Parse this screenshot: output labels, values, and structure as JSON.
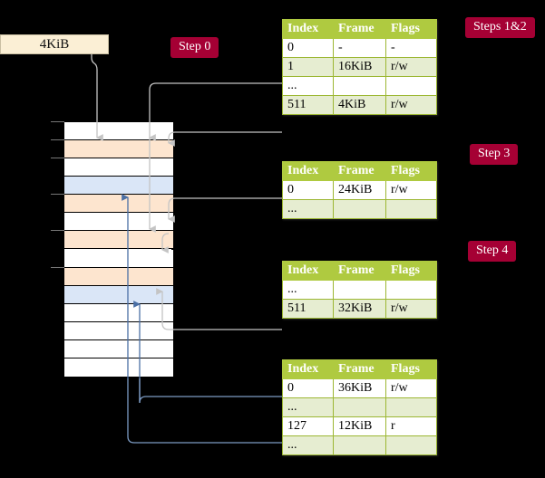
{
  "diagram": {
    "title_absent": true,
    "background_color": "#000000",
    "frame_label": {
      "text": "4KiB",
      "fill": "#FBEFD5"
    },
    "badges": [
      {
        "name": "step-0",
        "label": "Step 0",
        "color": "#A50034"
      },
      {
        "name": "steps-1-2",
        "label": "Steps 1&2",
        "color": "#A50034"
      },
      {
        "name": "step-3",
        "label": "Step 3",
        "color": "#A50034"
      },
      {
        "name": "step-4",
        "label": "Step 4",
        "color": "#A50034"
      }
    ],
    "memory_column": {
      "name": "physical-memory-column",
      "row_colors": {
        "white": "#FFFFFF",
        "orange": "#FDE5CF",
        "blue": "#DAE6F7"
      },
      "rows": [
        {
          "index": 0,
          "fill": "white"
        },
        {
          "index": 1,
          "fill": "orange"
        },
        {
          "index": 2,
          "fill": "white"
        },
        {
          "index": 3,
          "fill": "blue"
        },
        {
          "index": 4,
          "fill": "orange"
        },
        {
          "index": 5,
          "fill": "white"
        },
        {
          "index": 6,
          "fill": "orange"
        },
        {
          "index": 7,
          "fill": "white"
        },
        {
          "index": 8,
          "fill": "orange"
        },
        {
          "index": 9,
          "fill": "blue"
        },
        {
          "index": 10,
          "fill": "white"
        },
        {
          "index": 11,
          "fill": "white"
        },
        {
          "index": 12,
          "fill": "white"
        },
        {
          "index": 13,
          "fill": "white"
        }
      ]
    },
    "tables": [
      {
        "name": "page-table-level-1",
        "headers": [
          "Index",
          "Frame",
          "Flags"
        ],
        "rows": [
          {
            "cells": [
              "0",
              "-",
              "-"
            ],
            "tint": false,
            "highlight": false
          },
          {
            "cells": [
              "1",
              "16KiB",
              "r/w"
            ],
            "tint": true,
            "highlight": false
          },
          {
            "cells": [
              "...",
              "",
              ""
            ],
            "tint": false,
            "highlight": false
          },
          {
            "cells": [
              "511",
              "4KiB",
              "r/w"
            ],
            "tint": true,
            "highlight": true
          }
        ]
      },
      {
        "name": "page-table-level-2",
        "headers": [
          "Index",
          "Frame",
          "Flags"
        ],
        "rows": [
          {
            "cells": [
              "0",
              "24KiB",
              "r/w"
            ],
            "tint": false,
            "highlight": false
          },
          {
            "cells": [
              "...",
              "",
              ""
            ],
            "tint": true,
            "highlight": false
          }
        ]
      },
      {
        "name": "page-table-level-3",
        "headers": [
          "Index",
          "Frame",
          "Flags"
        ],
        "rows": [
          {
            "cells": [
              "...",
              "",
              ""
            ],
            "tint": false,
            "highlight": false
          },
          {
            "cells": [
              "511",
              "32KiB",
              "r/w"
            ],
            "tint": true,
            "highlight": false
          }
        ]
      },
      {
        "name": "page-table-level-4",
        "headers": [
          "Index",
          "Frame",
          "Flags"
        ],
        "rows": [
          {
            "cells": [
              "0",
              "36KiB",
              "r/w"
            ],
            "tint": false,
            "highlight": false
          },
          {
            "cells": [
              "...",
              "",
              ""
            ],
            "tint": true,
            "highlight": false
          },
          {
            "cells": [
              "127",
              "12KiB",
              "r"
            ],
            "tint": false,
            "highlight": false
          },
          {
            "cells": [
              "...",
              "",
              ""
            ],
            "tint": true,
            "highlight": false
          }
        ]
      }
    ],
    "connectors": {
      "gray_color": "#BFBFBF",
      "blue_color": "#4A6FA5"
    }
  }
}
